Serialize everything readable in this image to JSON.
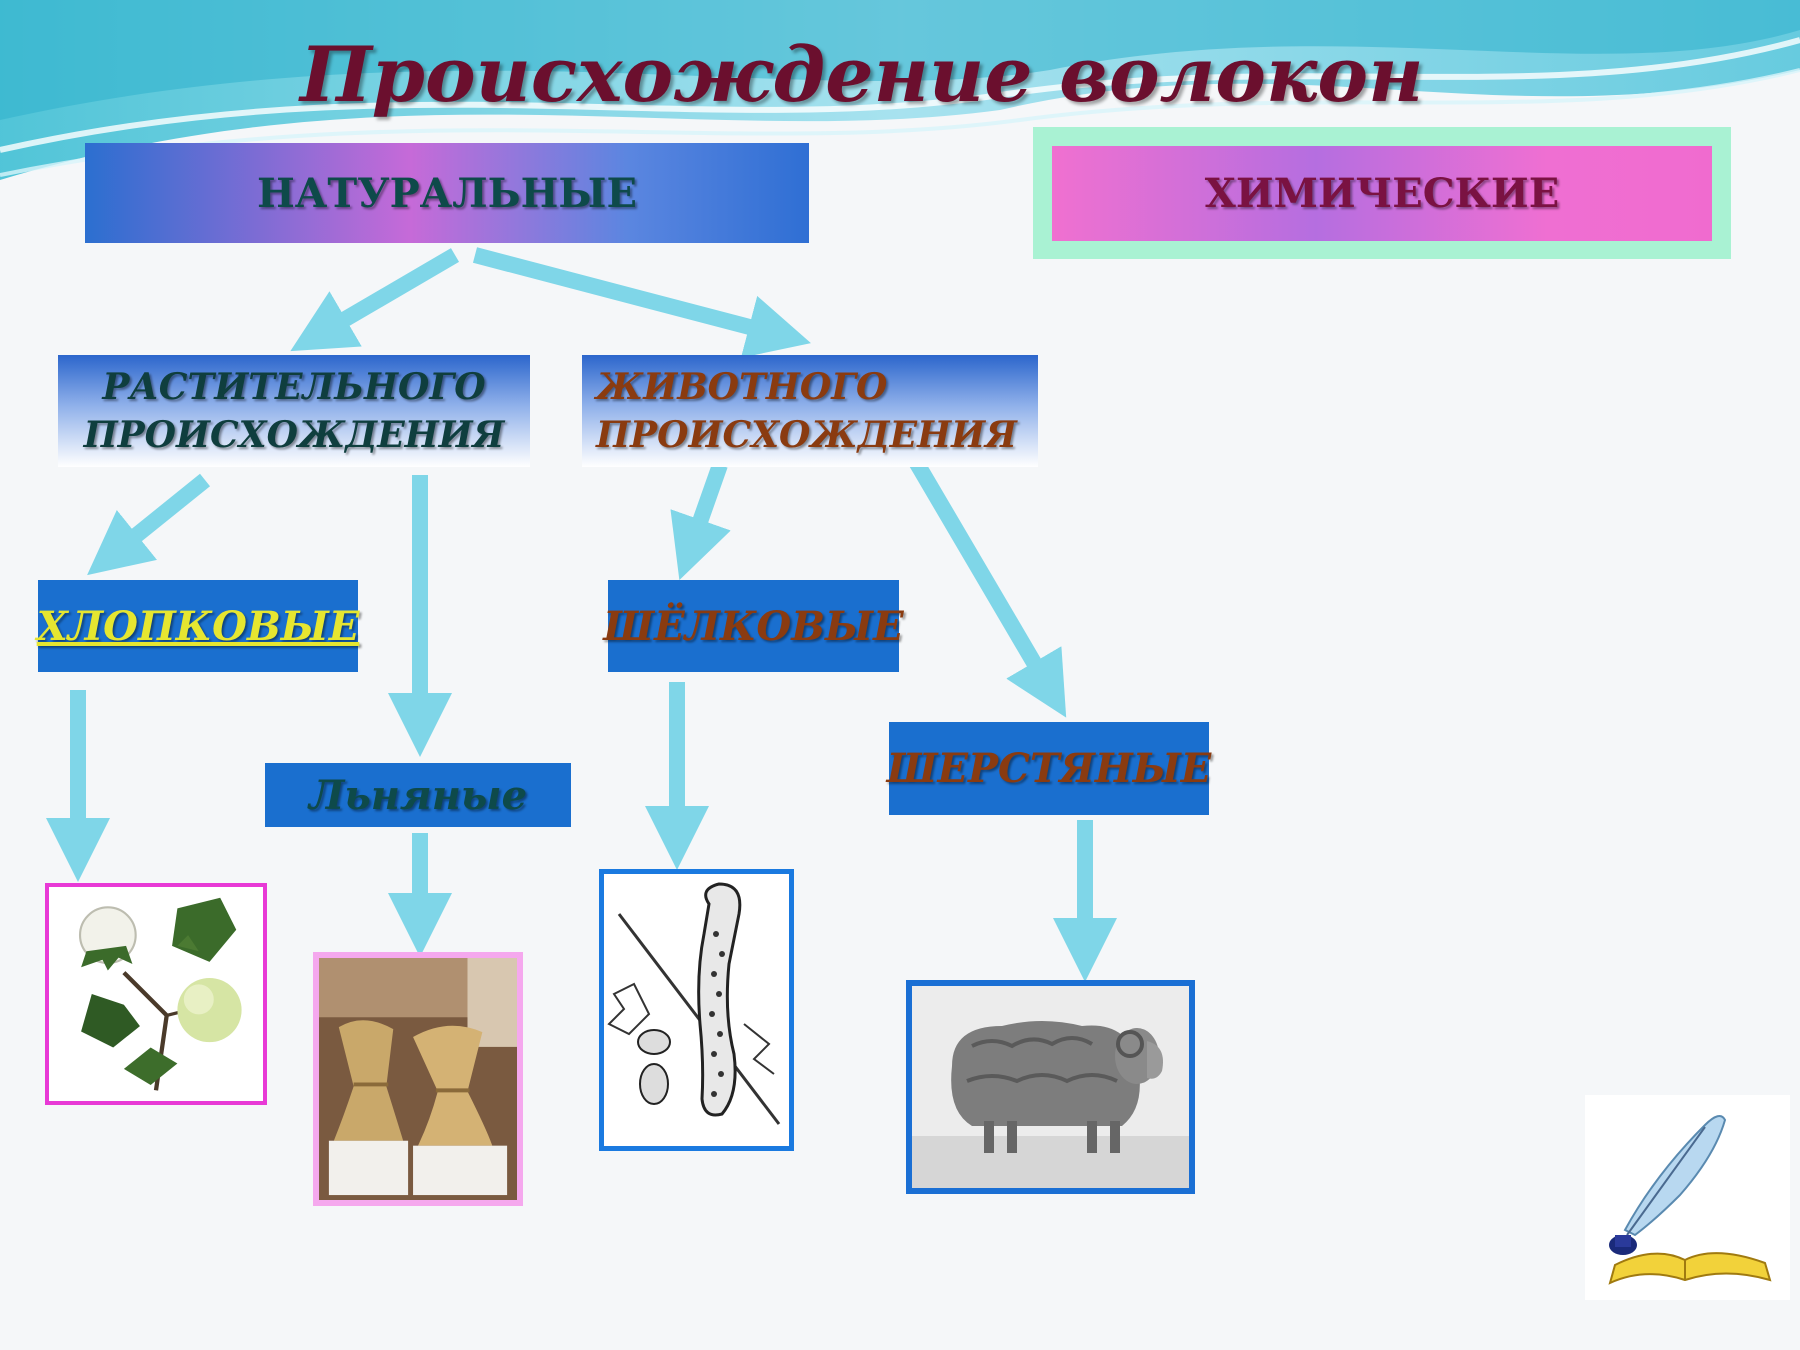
{
  "title": "Происхождение волокон",
  "boxes": {
    "natural": "НАТУРАЛЬНЫЕ",
    "chemical": "ХИМИЧЕСКИЕ",
    "plant_line1": "РАСТИТЕЛЬНОГО",
    "plant_line2": "ПРОИСХОЖДЕНИЯ",
    "animal_line1": "ЖИВОТНОГО",
    "animal_line2": "ПРОИСХОЖДЕНИЯ",
    "cotton": "ХЛОПКОВЫЕ",
    "flax": "Льняные",
    "silk": "ШЁЛКОВЫЕ",
    "wool": "ШЕРСТЯНЫЕ"
  },
  "images": {
    "cotton": "cotton-plant-icon",
    "flax": "flax-sheaves-icon",
    "silk": "silkworm-icon",
    "wool": "sheep-icon",
    "decoration": "quill-and-book-icon"
  },
  "colors": {
    "arrow": "#7fd6e8",
    "title": "#6b0f2e",
    "box_blue": "#1a6fcf"
  }
}
